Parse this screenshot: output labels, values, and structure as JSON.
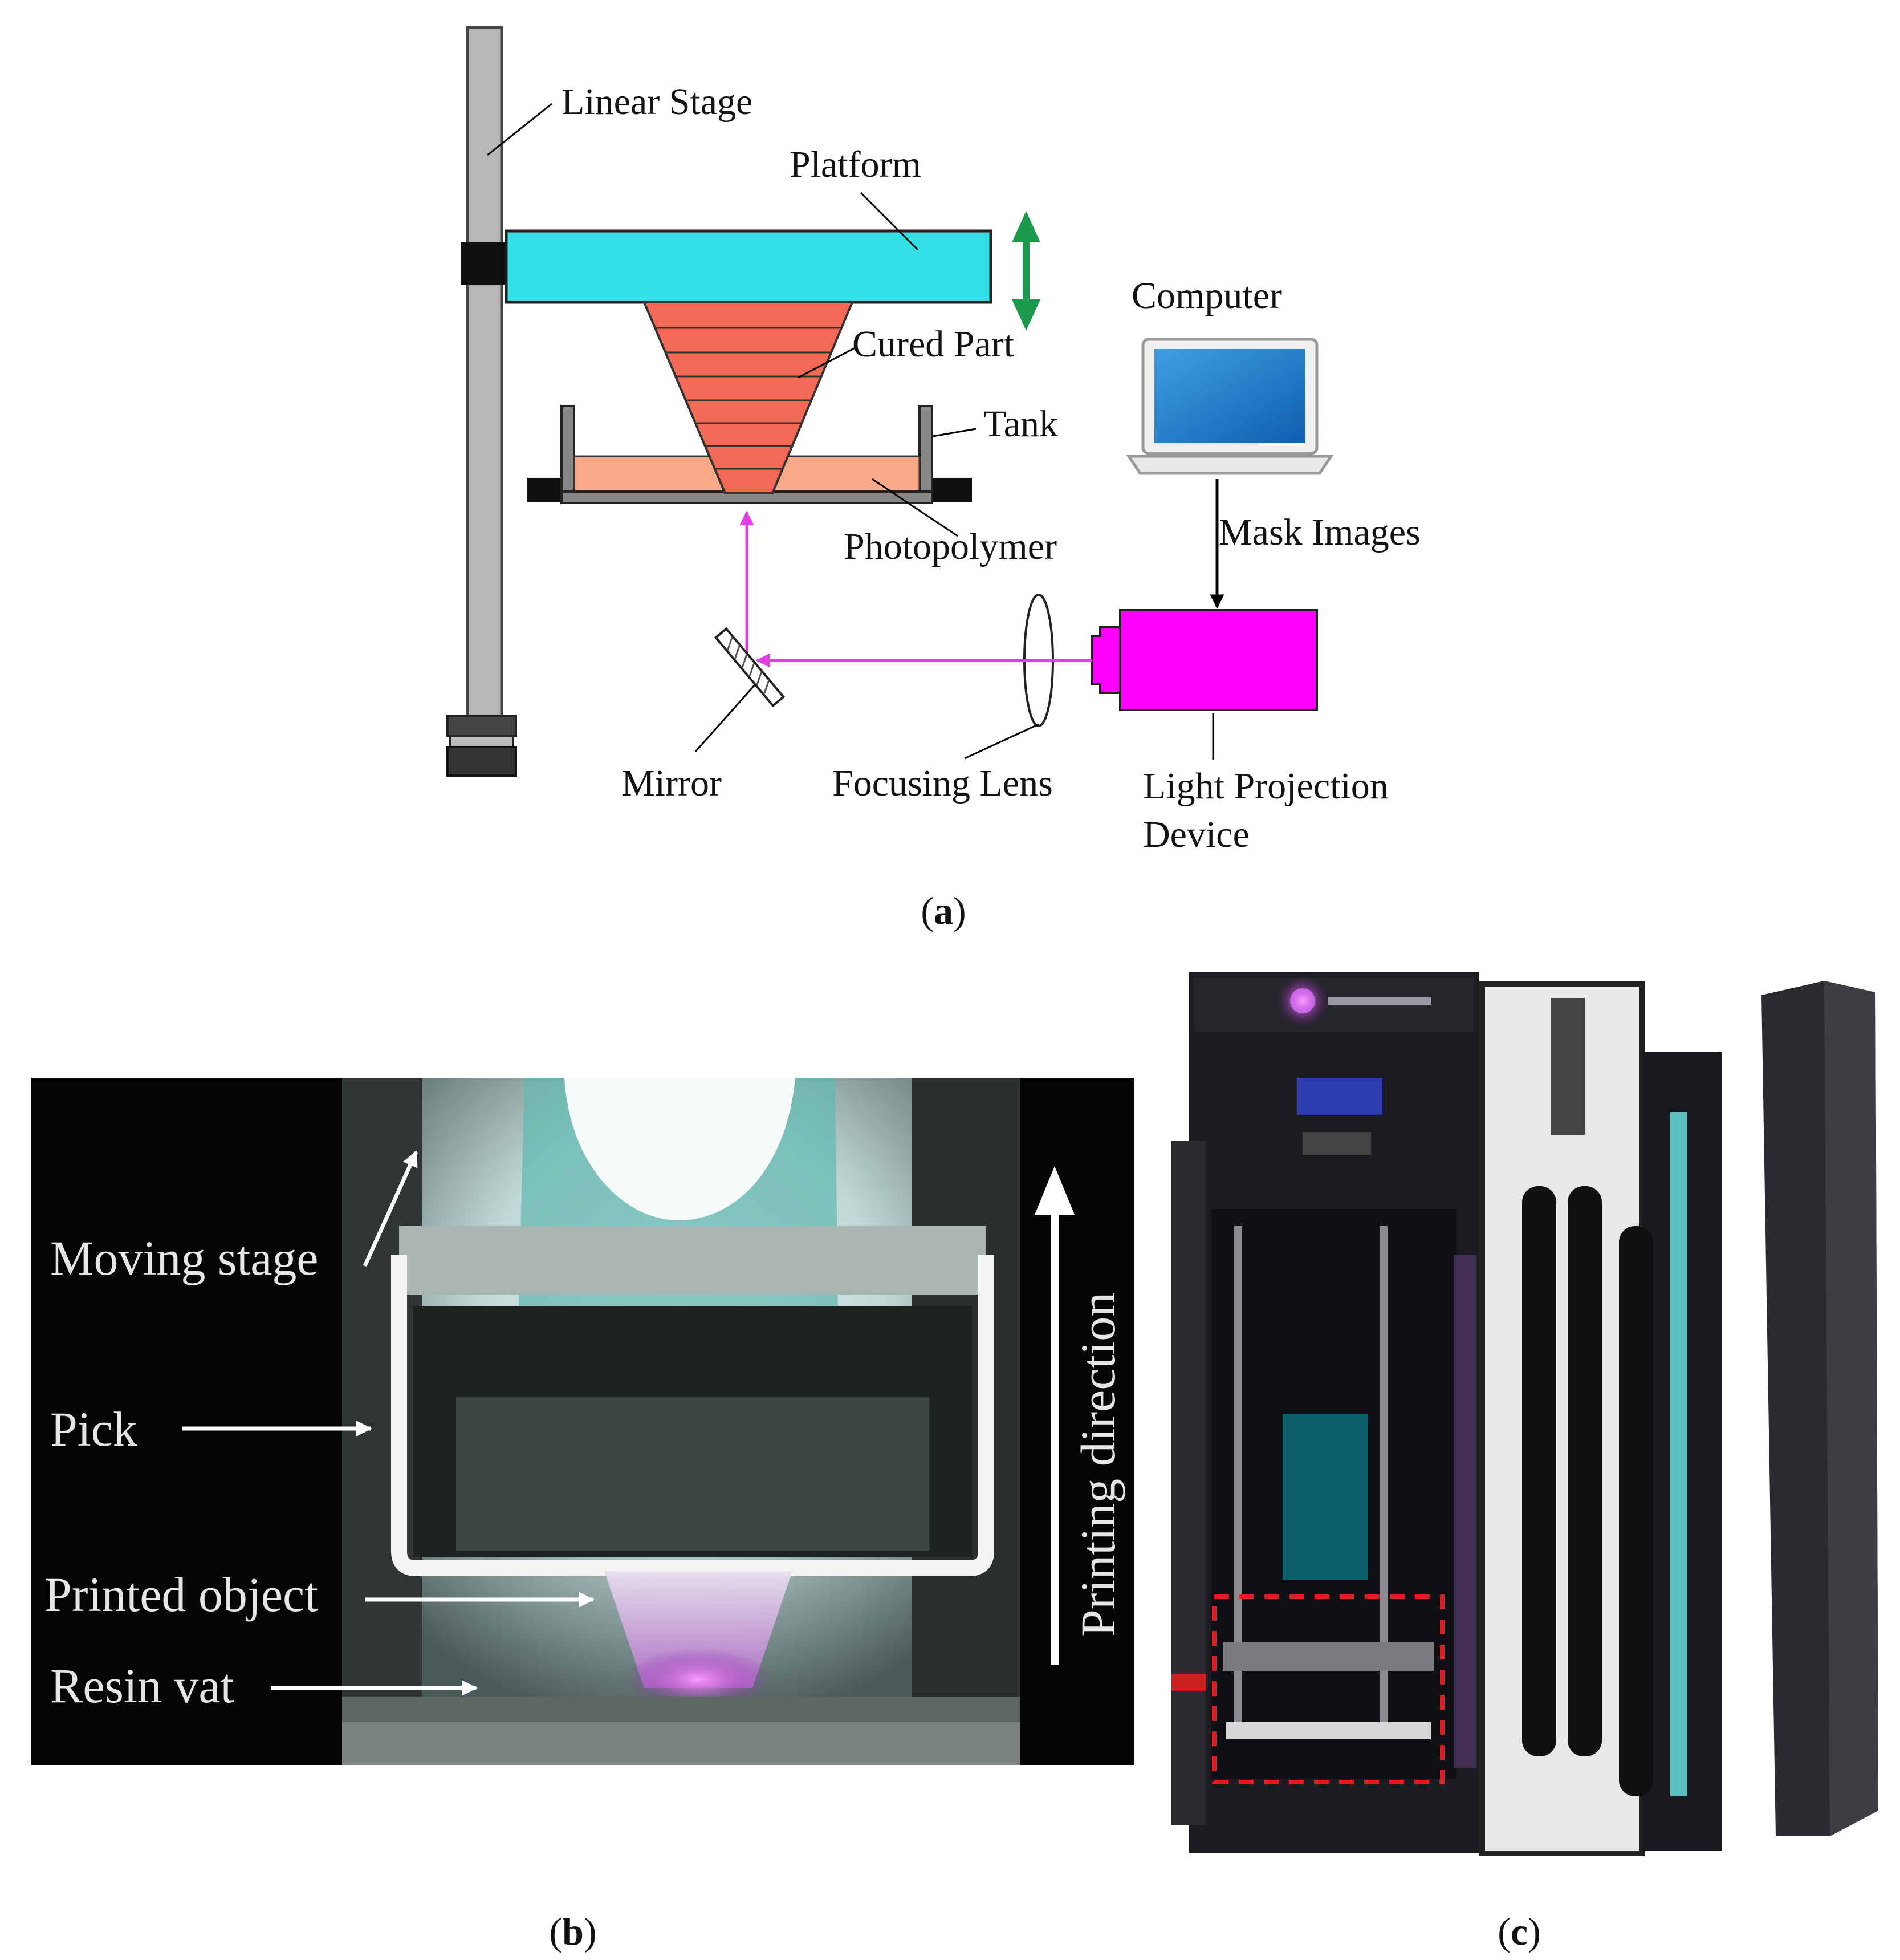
{
  "panel_a": {
    "caption_letter": "a",
    "labels": {
      "linear_stage": "Linear Stage",
      "platform": "Platform",
      "computer": "Computer",
      "cured_part": "Cured Part",
      "tank": "Tank",
      "photopolymer": "Photopolymer",
      "mask_images": "Mask Images",
      "mirror": "Mirror",
      "focusing_lens": "Focusing Lens",
      "light_projection_line1": "Light Projection",
      "light_projection_line2": "Device"
    }
  },
  "panel_b": {
    "caption_letter": "b",
    "labels": {
      "moving_stage": "Moving stage",
      "pick": "Pick",
      "printed_object": "Printed object",
      "resin_vat": "Resin vat",
      "printing_direction": "Printing direction"
    }
  },
  "panel_c": {
    "caption_letter": "c"
  },
  "colors": {
    "platform": "#33e0e6",
    "cured_part": "#f26a55",
    "photopolymer": "#f9a888",
    "projector": "#ff00ff",
    "beam": "#e23ee2",
    "stage_arrow": "#1a9a4a",
    "rail": "#b8b8b8"
  }
}
